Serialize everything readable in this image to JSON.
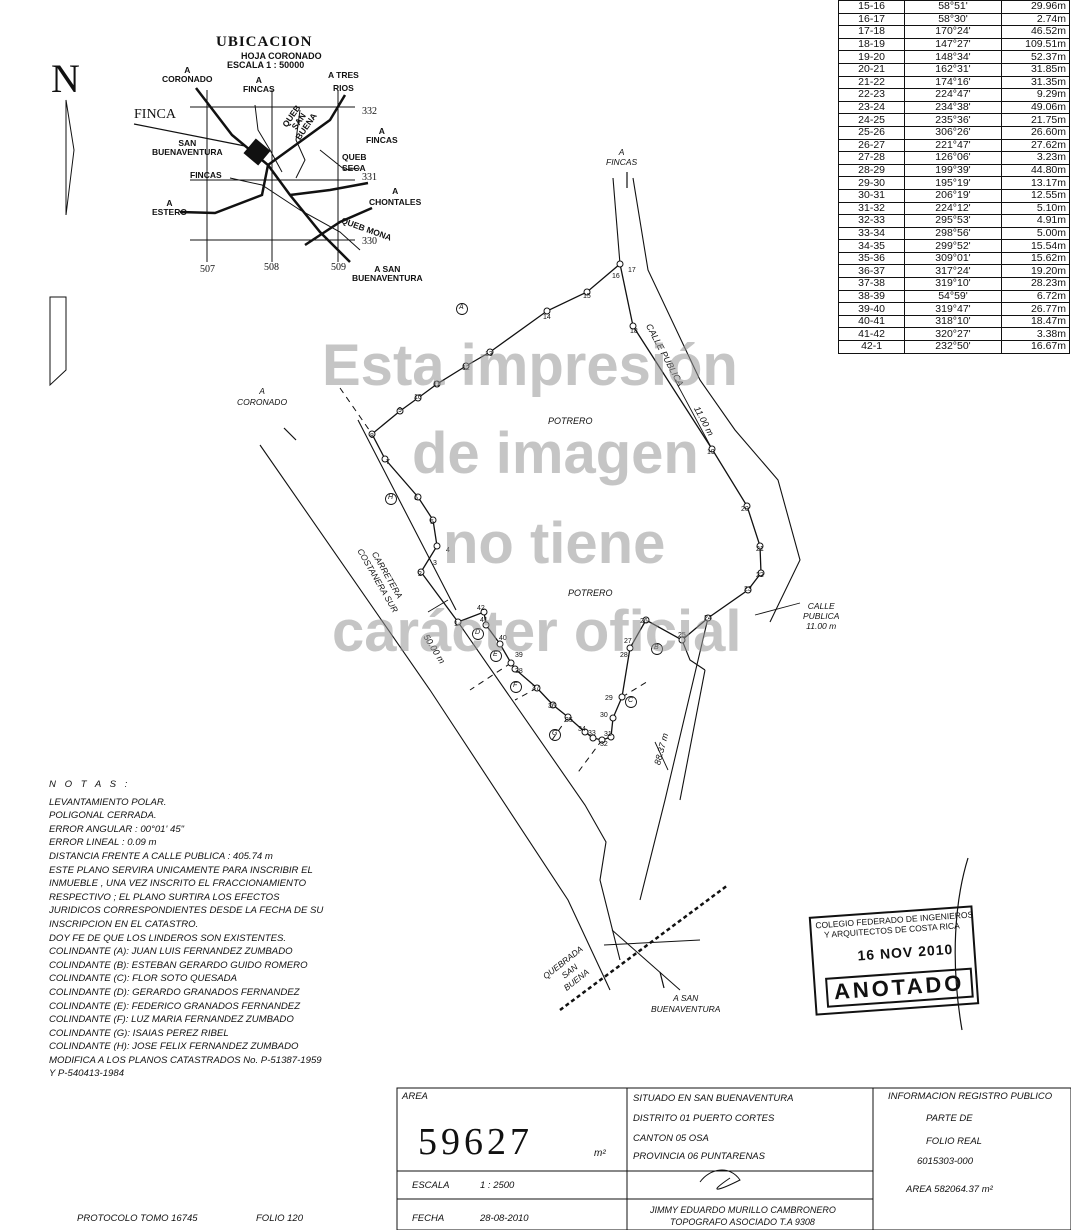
{
  "location": {
    "title": "UBICACION",
    "sheet": "HOJA CORONADO",
    "scale": "ESCALA 1 : 50000",
    "finca": "FINCA",
    "labels": {
      "coronado": "A\nCORONADO",
      "fincas_top": "A\nFINCAS",
      "tres_rios": "A TRES\nRIOS",
      "fincas_right": "A\nFINCAS",
      "san_buenaventura": "SAN\nBUENAVENTURA",
      "queb_buena": "QUEB\nSAN\nBUENA",
      "queb_seca": "QUEB\nSECA",
      "fincas_left": "FINCAS",
      "estero": "A\nESTERO",
      "chontales": "A\nCHONTALES",
      "queb_mona": "QUEB MONA",
      "a_san_buenaventura": "A SAN\nBUENAVENTURA"
    },
    "grid": {
      "y332": "332",
      "y331": "331",
      "y330": "330",
      "x507": "507",
      "x508": "508",
      "x509": "509"
    }
  },
  "north": "N",
  "bearings": [
    [
      "15-16",
      "58°51'",
      "29.96m"
    ],
    [
      "16-17",
      "58°30'",
      "2.74m"
    ],
    [
      "17-18",
      "170°24'",
      "46.52m"
    ],
    [
      "18-19",
      "147°27'",
      "109.51m"
    ],
    [
      "19-20",
      "148°34'",
      "52.37m"
    ],
    [
      "20-21",
      "162°31'",
      "31.85m"
    ],
    [
      "21-22",
      "174°16'",
      "31.35m"
    ],
    [
      "22-23",
      "224°47'",
      "9.29m"
    ],
    [
      "23-24",
      "234°38'",
      "49.06m"
    ],
    [
      "24-25",
      "235°36'",
      "21.75m"
    ],
    [
      "25-26",
      "306°26'",
      "26.60m"
    ],
    [
      "26-27",
      "221°47'",
      "27.62m"
    ],
    [
      "27-28",
      "126°06'",
      "3.23m"
    ],
    [
      "28-29",
      "199°39'",
      "44.80m"
    ],
    [
      "29-30",
      "195°19'",
      "13.17m"
    ],
    [
      "30-31",
      "206°19'",
      "12.55m"
    ],
    [
      "31-32",
      "224°12'",
      "5.10m"
    ],
    [
      "32-33",
      "295°53'",
      "4.91m"
    ],
    [
      "33-34",
      "298°56'",
      "5.00m"
    ],
    [
      "34-35",
      "299°52'",
      "15.54m"
    ],
    [
      "35-36",
      "309°01'",
      "15.62m"
    ],
    [
      "36-37",
      "317°24'",
      "19.20m"
    ],
    [
      "37-38",
      "319°10'",
      "28.23m"
    ],
    [
      "38-39",
      "54°59'",
      "6.72m"
    ],
    [
      "39-40",
      "319°47'",
      "26.77m"
    ],
    [
      "40-41",
      "318°10'",
      "18.47m"
    ],
    [
      "41-42",
      "320°27'",
      "3.38m"
    ],
    [
      "42-1",
      "232°50'",
      "16.67m"
    ]
  ],
  "plan": {
    "a_fincas": "A\nFINCAS",
    "a_coronado": "A\nCORONADO",
    "potrero1": "POTRERO",
    "potrero2": "POTRERO",
    "calle_publica": "CALLE PUBLICA",
    "width_11": "11.00 m",
    "calle_publica2": "CALLE\nPUBLICA\n11.00 m",
    "carretera": "CARRETERA\nCOSTANERA SUR",
    "width_50": "50.00 m",
    "dist_88": "88.37 m",
    "quebrada": "QUEBRADA\nSAN\nBUENA",
    "a_san_buenaventura": "A SAN\nBUENAVENTURA",
    "owners": {
      "A": "A",
      "B": "B",
      "C": "C",
      "D": "D",
      "E": "E",
      "F": "F",
      "G": "G",
      "H": "H"
    }
  },
  "watermark": [
    "Esta impresión",
    "de imagen",
    "no tiene",
    "carácter oficial"
  ],
  "notes": {
    "title": "N O T A S :",
    "lines": [
      "LEVANTAMIENTO POLAR.",
      "POLIGONAL CERRADA.",
      "ERROR ANGULAR : 00°01' 45\"",
      "ERROR LINEAL : 0.09 m",
      "DISTANCIA FRENTE A CALLE PUBLICA : 405.74 m",
      "ESTE PLANO SERVIRA UNICAMENTE PARA INSCRIBIR EL",
      "INMUEBLE , UNA VEZ INSCRITO EL FRACCIONAMIENTO",
      "RESPECTIVO ; EL PLANO SURTIRA LOS EFECTOS",
      "JURIDICOS CORRESPONDIENTES DESDE LA FECHA DE SU",
      "INSCRIPCION EN EL CATASTRO.",
      "DOY FE DE QUE LOS LINDEROS SON EXISTENTES.",
      "COLINDANTE (A): JUAN LUIS FERNANDEZ ZUMBADO",
      "COLINDANTE (B): ESTEBAN GERARDO GUIDO ROMERO",
      "COLINDANTE (C): FLOR SOTO QUESADA",
      "COLINDANTE (D): GERARDO GRANADOS FERNANDEZ",
      "COLINDANTE (E): FEDERICO GRANADOS FERNANDEZ",
      "COLINDANTE (F): LUZ MARIA FERNANDEZ ZUMBADO",
      "COLINDANTE (G): ISAIAS PEREZ RIBEL",
      "COLINDANTE (H): JOSE FELIX FERNANDEZ ZUMBADO",
      "MODIFICA A LOS PLANOS CATASTRADOS No. P-51387-1959",
      "Y P-540413-1984"
    ]
  },
  "stamp": {
    "line1": "COLEGIO FEDERADO DE INGENIEROS",
    "line2": "Y ARQUITECTOS DE COSTA RICA",
    "date": "16 NOV 2010",
    "status": "ANOTADO"
  },
  "titleblock": {
    "area_label": "AREA",
    "area_value": "59627",
    "area_unit": "m²",
    "escala_label": "ESCALA",
    "escala_value": "1 : 2500",
    "fecha_label": "FECHA",
    "fecha_value": "28-08-2010",
    "situado": "SITUADO EN SAN BUENAVENTURA",
    "distrito": "DISTRITO 01 PUERTO CORTES",
    "canton": "CANTON 05 OSA",
    "provincia": "PROVINCIA 06 PUNTARENAS",
    "surveyor": "JIMMY EDUARDO MURILLO CAMBRONERO",
    "surveyor_title": "TOPOGRAFO ASOCIADO T.A 9308",
    "registro": "INFORMACION REGISTRO PUBLICO",
    "parte_de": "PARTE DE",
    "folio_real": "FOLIO REAL",
    "folio_number": "6015303-000",
    "area_total": "AREA 582064.37 m²",
    "protocolo": "PROTOCOLO TOMO 16745",
    "folio": "FOLIO 120"
  }
}
